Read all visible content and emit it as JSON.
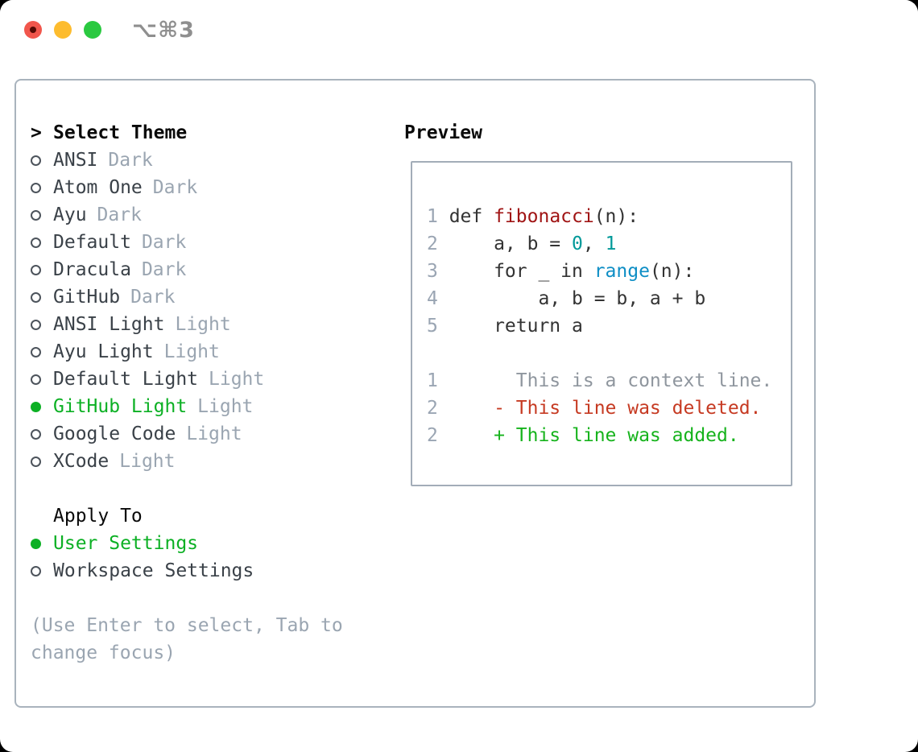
{
  "window": {
    "title_shortcut": "⌥⌘3"
  },
  "traffic_lights": {
    "close_color": "#f1564c",
    "minimize_color": "#fdbc2e",
    "zoom_color": "#2ac940"
  },
  "theme_panel": {
    "header_prefix": ">",
    "header": "Select Theme",
    "themes": [
      {
        "name": "ANSI",
        "variant": "Dark",
        "selected": false
      },
      {
        "name": "Atom One",
        "variant": "Dark",
        "selected": false
      },
      {
        "name": "Ayu",
        "variant": "Dark",
        "selected": false
      },
      {
        "name": "Default",
        "variant": "Dark",
        "selected": false
      },
      {
        "name": "Dracula",
        "variant": "Dark",
        "selected": false
      },
      {
        "name": "GitHub",
        "variant": "Dark",
        "selected": false
      },
      {
        "name": "ANSI Light",
        "variant": "Light",
        "selected": false
      },
      {
        "name": "Ayu Light",
        "variant": "Light",
        "selected": false
      },
      {
        "name": "Default Light",
        "variant": "Light",
        "selected": false
      },
      {
        "name": "GitHub Light",
        "variant": "Light",
        "selected": true
      },
      {
        "name": "Google Code",
        "variant": "Light",
        "selected": false
      },
      {
        "name": "XCode",
        "variant": "Light",
        "selected": false
      }
    ],
    "apply_header": "Apply To",
    "apply_options": [
      {
        "label": "User Settings",
        "selected": true
      },
      {
        "label": "Workspace Settings",
        "selected": false
      }
    ],
    "hint": "(Use Enter to select, Tab to change focus)"
  },
  "preview": {
    "title": "Preview",
    "lines": [
      {
        "num": "1",
        "segments": [
          {
            "t": "def ",
            "c": "plain"
          },
          {
            "t": "fibonacci",
            "c": "title"
          },
          {
            "t": "(n):",
            "c": "plain"
          }
        ]
      },
      {
        "num": "2",
        "segments": [
          {
            "t": "    a, b = ",
            "c": "plain"
          },
          {
            "t": "0",
            "c": "number"
          },
          {
            "t": ", ",
            "c": "plain"
          },
          {
            "t": "1",
            "c": "number"
          }
        ]
      },
      {
        "num": "3",
        "segments": [
          {
            "t": "    for _ in ",
            "c": "plain"
          },
          {
            "t": "range",
            "c": "builtin"
          },
          {
            "t": "(n):",
            "c": "plain"
          }
        ]
      },
      {
        "num": "4",
        "segments": [
          {
            "t": "        a, b = b, a + b",
            "c": "plain"
          }
        ]
      },
      {
        "num": "5",
        "segments": [
          {
            "t": "    return a",
            "c": "plain"
          }
        ]
      },
      {
        "num": "",
        "segments": []
      },
      {
        "num": "1",
        "segments": [
          {
            "t": "      This is a context line.",
            "c": "context"
          }
        ]
      },
      {
        "num": "2",
        "segments": [
          {
            "t": "    - This line was deleted.",
            "c": "deleted"
          }
        ]
      },
      {
        "num": "2",
        "segments": [
          {
            "t": "    + This line was added.",
            "c": "added"
          }
        ]
      }
    ]
  },
  "colors": {
    "selection_green": "#0cb024",
    "muted_gray": "#9aa5b1",
    "text_dark": "#3a4148",
    "panel_border": "#a9b3bd",
    "code_default": "#333333",
    "code_function_red": "#a01414",
    "code_number_teal": "#009999",
    "code_builtin_blue": "#0e8ec5",
    "diff_context_gray": "#8f969e",
    "diff_deleted_red": "#c63a22",
    "diff_added_green": "#16b31c"
  }
}
